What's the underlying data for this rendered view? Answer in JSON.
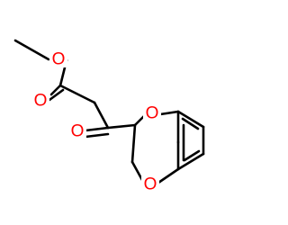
{
  "molecule": {
    "atom_labels": {
      "ester_carbonyl_o": "O",
      "ester_ether_o": "O",
      "ketone_o": "O",
      "ring_o_1": "O",
      "ring_o_4": "O"
    },
    "colors": {
      "bond": "#000000",
      "oxygen": "#ff0000",
      "background": "#ffffff"
    }
  }
}
